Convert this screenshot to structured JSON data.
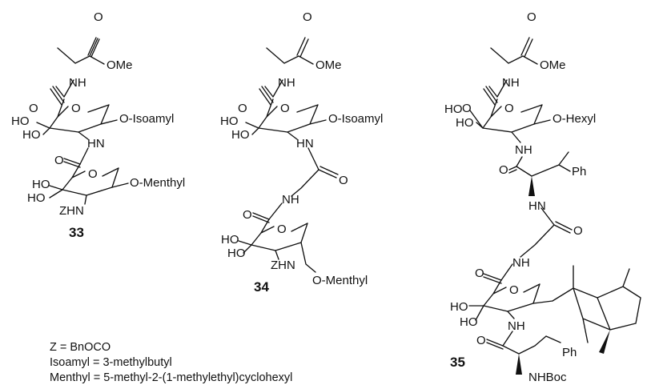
{
  "atoms": {
    "o": "O",
    "ome": "OMe",
    "nh": "NH",
    "hn": "HN",
    "ho": "HO",
    "zhn": "ZHN",
    "o_isoamyl": "O-Isoamyl",
    "o_menthyl": "O-Menthyl",
    "o_hexyl": "O-Hexyl",
    "ph": "Ph",
    "nhboc": "NHBoc"
  },
  "compounds": {
    "c33": "33",
    "c34": "34",
    "c35": "35"
  },
  "legend": {
    "z": "Z = BnOCO",
    "isoamyl": "Isoamyl = 3-methylbutyl",
    "menthyl": "Menthyl = 5-methyl-2-(1-methylethyl)cyclohexyl"
  }
}
